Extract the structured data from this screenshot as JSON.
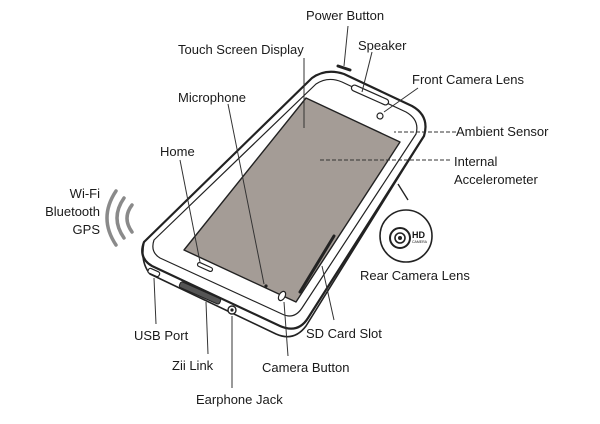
{
  "labels": {
    "power_button": "Power Button",
    "touch_screen": "Touch Screen Display",
    "speaker": "Speaker",
    "front_camera": "Front Camera Lens",
    "microphone": "Microphone",
    "ambient_sensor": "Ambient Sensor",
    "home": "Home",
    "accelerometer_line1": "Internal",
    "accelerometer_line2": "Accelerometer",
    "wireless_line1": "Wi-Fi",
    "wireless_line2": "Bluetooth",
    "wireless_line3": "GPS",
    "rear_camera": "Rear Camera Lens",
    "usb_port": "USB Port",
    "sd_card_slot": "SD Card Slot",
    "zii_link": "Zii Link",
    "camera_button": "Camera Button",
    "earphone_jack": "Earphone Jack"
  },
  "rear_camera_badge": {
    "text": "HD",
    "subtext": "CAMERA"
  },
  "colors": {
    "screen": "#a49c96",
    "outline": "#222222",
    "wireless_waves": "#8a8a8a",
    "leader_lines": "#333333"
  }
}
